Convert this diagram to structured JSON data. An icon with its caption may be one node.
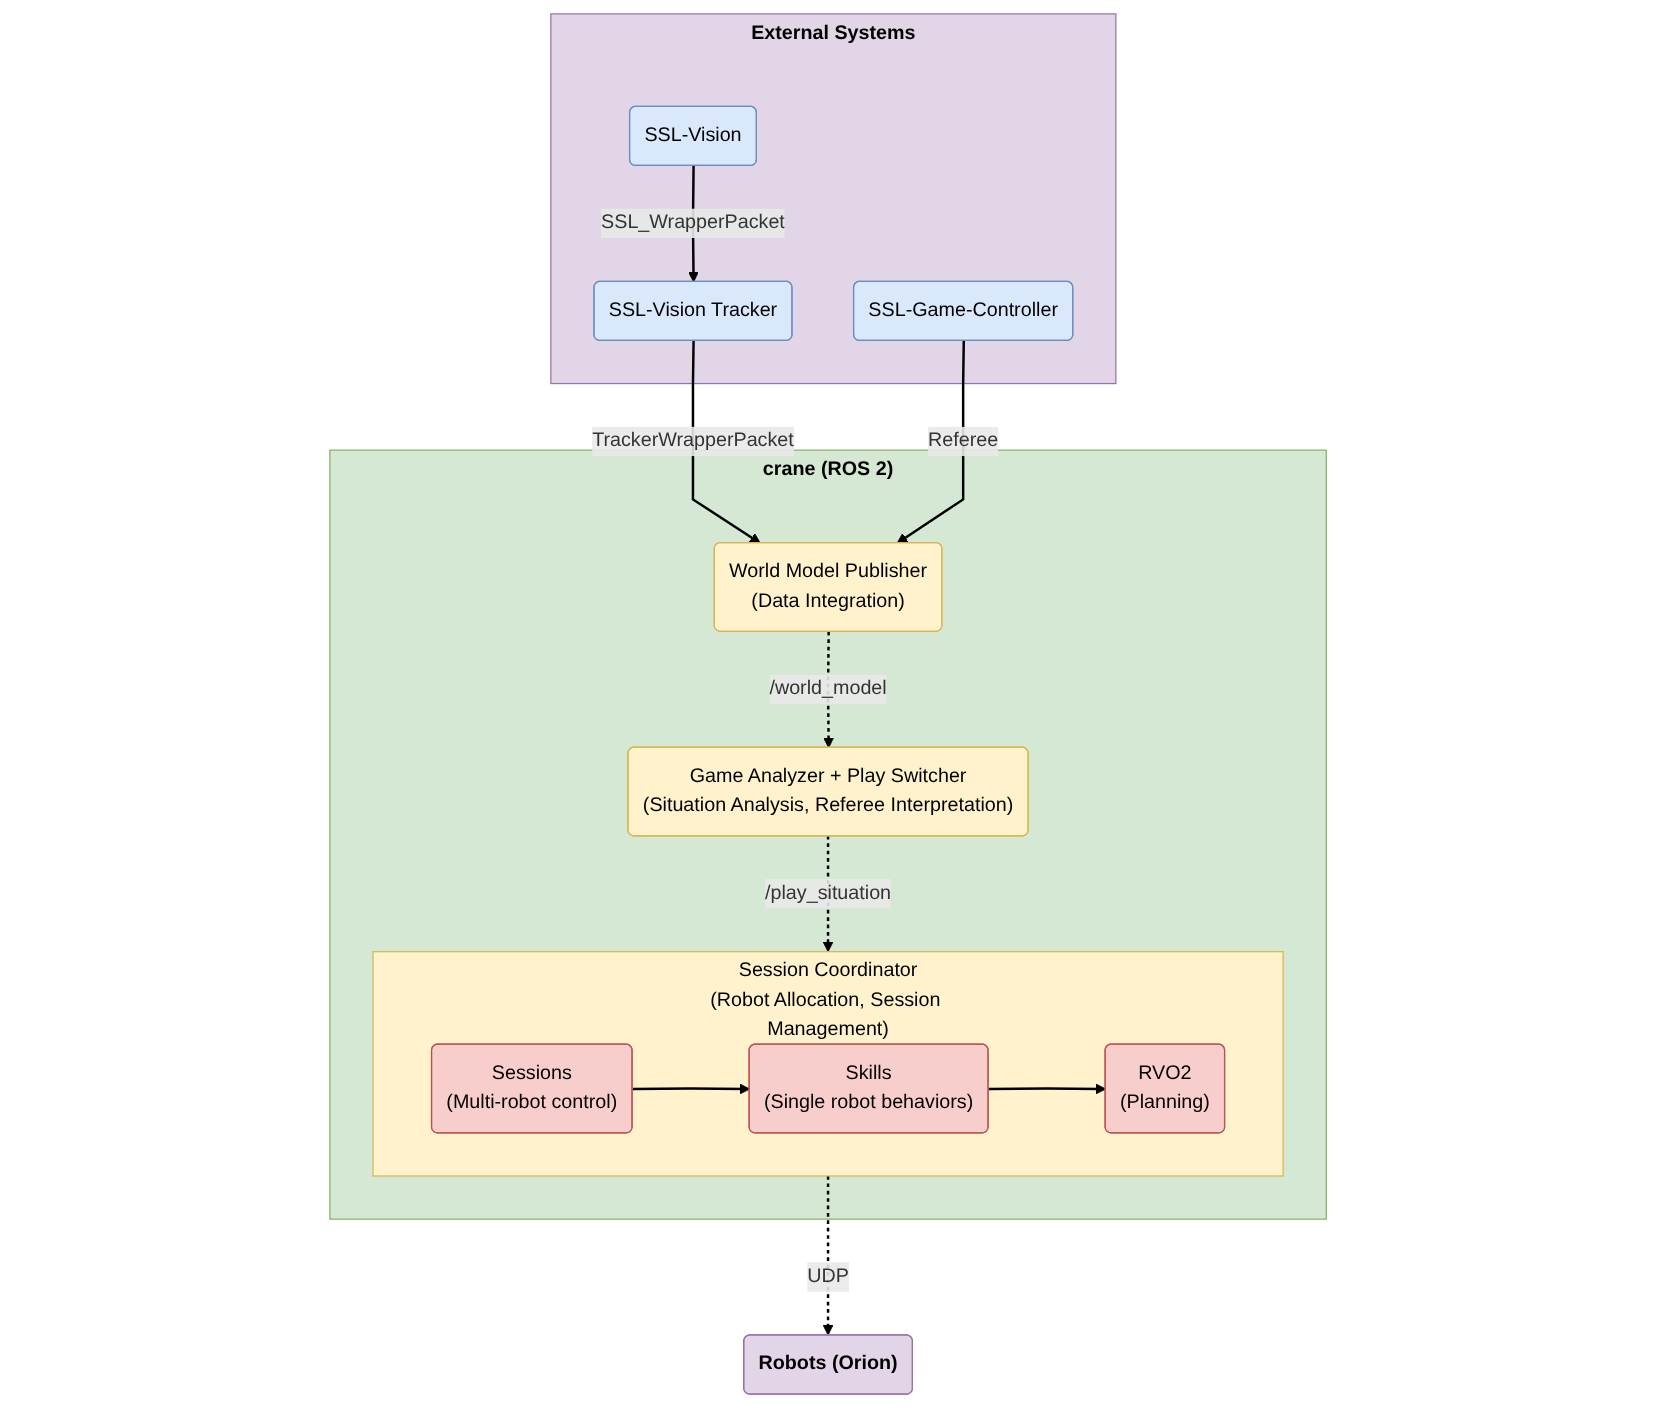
{
  "diagram": {
    "nodes": [
      {
        "text": [
          "External Systems"
        ]
      },
      {
        "text": [
          "SSL-Vision"
        ],
        "in": 0
      },
      {
        "text": [
          "SSL-Vision Tracker"
        ],
        "in": 0
      },
      {
        "text": [
          "SSL-Game-Controller"
        ],
        "in": 0
      },
      {
        "text": [
          "crane (ROS 2)"
        ]
      },
      {
        "text": [
          "World Model Publisher",
          "(Data Integration)"
        ],
        "in": 4
      },
      {
        "text": [
          "Game Analyzer + Play Switcher",
          "(Situation Analysis, Referee Interpretation)"
        ],
        "in": 4
      },
      {
        "text": [
          "Session Coordinator",
          "(Robot Allocation, Session Management)"
        ],
        "in": 4
      },
      {
        "text": [
          "Sessions",
          "(Multi-robot control)"
        ],
        "in": 7
      },
      {
        "text": [
          "Skills",
          "(Single robot behaviors)"
        ],
        "in": 7
      },
      {
        "text": [
          "RVO2",
          "(Planning)"
        ],
        "in": 7
      },
      {
        "text": [
          "Robots (Orion)"
        ]
      }
    ],
    "edges": [
      {
        "from": 1,
        "to": 2,
        "arrow": "to",
        "label": "SSL_WrapperPacket"
      },
      {
        "from": 2,
        "to": 5,
        "arrow": "to",
        "label": "TrackerWrapperPacket"
      },
      {
        "from": 3,
        "to": 5,
        "arrow": "to",
        "label": "Referee"
      },
      {
        "from": 5,
        "to": 6,
        "arrow": "to",
        "label": "/world_model",
        "style": "dashed"
      },
      {
        "from": 6,
        "to": 7,
        "arrow": "to",
        "label": "/play_situation",
        "style": "dashed"
      },
      {
        "from": 8,
        "to": 9,
        "arrow": "to"
      },
      {
        "from": 9,
        "to": 10,
        "arrow": "to"
      },
      {
        "from": 7,
        "to": 11,
        "arrow": "to",
        "label": "UDP",
        "style": "dashed"
      }
    ]
  }
}
